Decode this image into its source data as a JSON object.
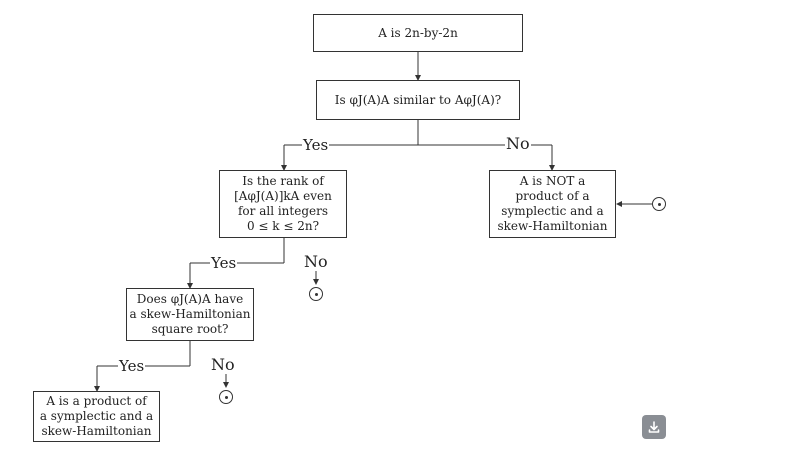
{
  "nodes": {
    "start": {
      "text": "A is 2n-by-2n"
    },
    "q1": {
      "text": "Is φJ(A)A similar to AφJ(A)?"
    },
    "q2": {
      "lines": [
        "Is the rank of",
        "[AφJ(A)]kA even",
        "for all integers",
        "0 ≤ k ≤ 2n?"
      ]
    },
    "q3": {
      "lines": [
        "Does φJ(A)A have",
        "a skew-Hamiltonian",
        "square root?"
      ]
    },
    "not_product": {
      "lines": [
        "A is NOT a",
        "product of a",
        "symplectic and a",
        "skew-Hamiltonian"
      ]
    },
    "product": {
      "lines": [
        "A is a product of",
        "a symplectic and a",
        "skew-Hamiltonian"
      ]
    }
  },
  "edge_labels": {
    "q1_yes": "Yes",
    "q1_no": "No",
    "q2_yes": "Yes",
    "q2_no": "No",
    "q3_yes": "Yes",
    "q3_no": "No"
  },
  "icons": {
    "end_marker": "circled-dot-icon",
    "download": "download-icon"
  },
  "colors": {
    "stroke": "#333333",
    "text": "#222222",
    "button": "#8a8e94"
  }
}
